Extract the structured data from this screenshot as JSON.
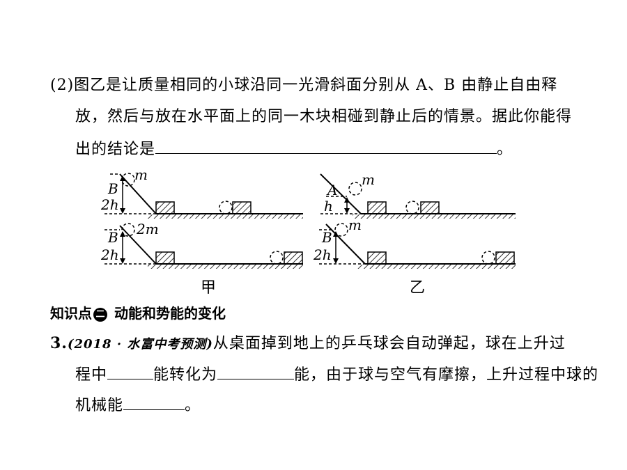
{
  "q2": {
    "line1": "(2)图乙是让质量相同的小球沿同一光滑斜面分别从 A、B 由静止自由释",
    "line2": "放，然后与放在水平面上的同一木块相碰到静止后的情景。据此你能得",
    "line3_prefix": "出的结论是",
    "line3_suffix": "。"
  },
  "figure": {
    "label_jia": "甲",
    "label_yi": "乙",
    "labels": {
      "B": "B",
      "A": "A",
      "m": "m",
      "two_m": "2m",
      "two_h": "2h",
      "h": "h"
    }
  },
  "knowledge_point": {
    "number": "二",
    "title": "动能和势能的变化",
    "prefix": "知识点"
  },
  "q3": {
    "number": "3.",
    "source": "(2018 · 水富中考预测)",
    "line1_text": "从桌面掉到地上的乒乓球会自动弹起，球在上升过",
    "line2_a": "程中",
    "line2_b": "能转化为",
    "line2_c": "能，由于球与空气有摩擦，上升过程中球的",
    "line3_a": "机械能",
    "line3_b": "。"
  }
}
